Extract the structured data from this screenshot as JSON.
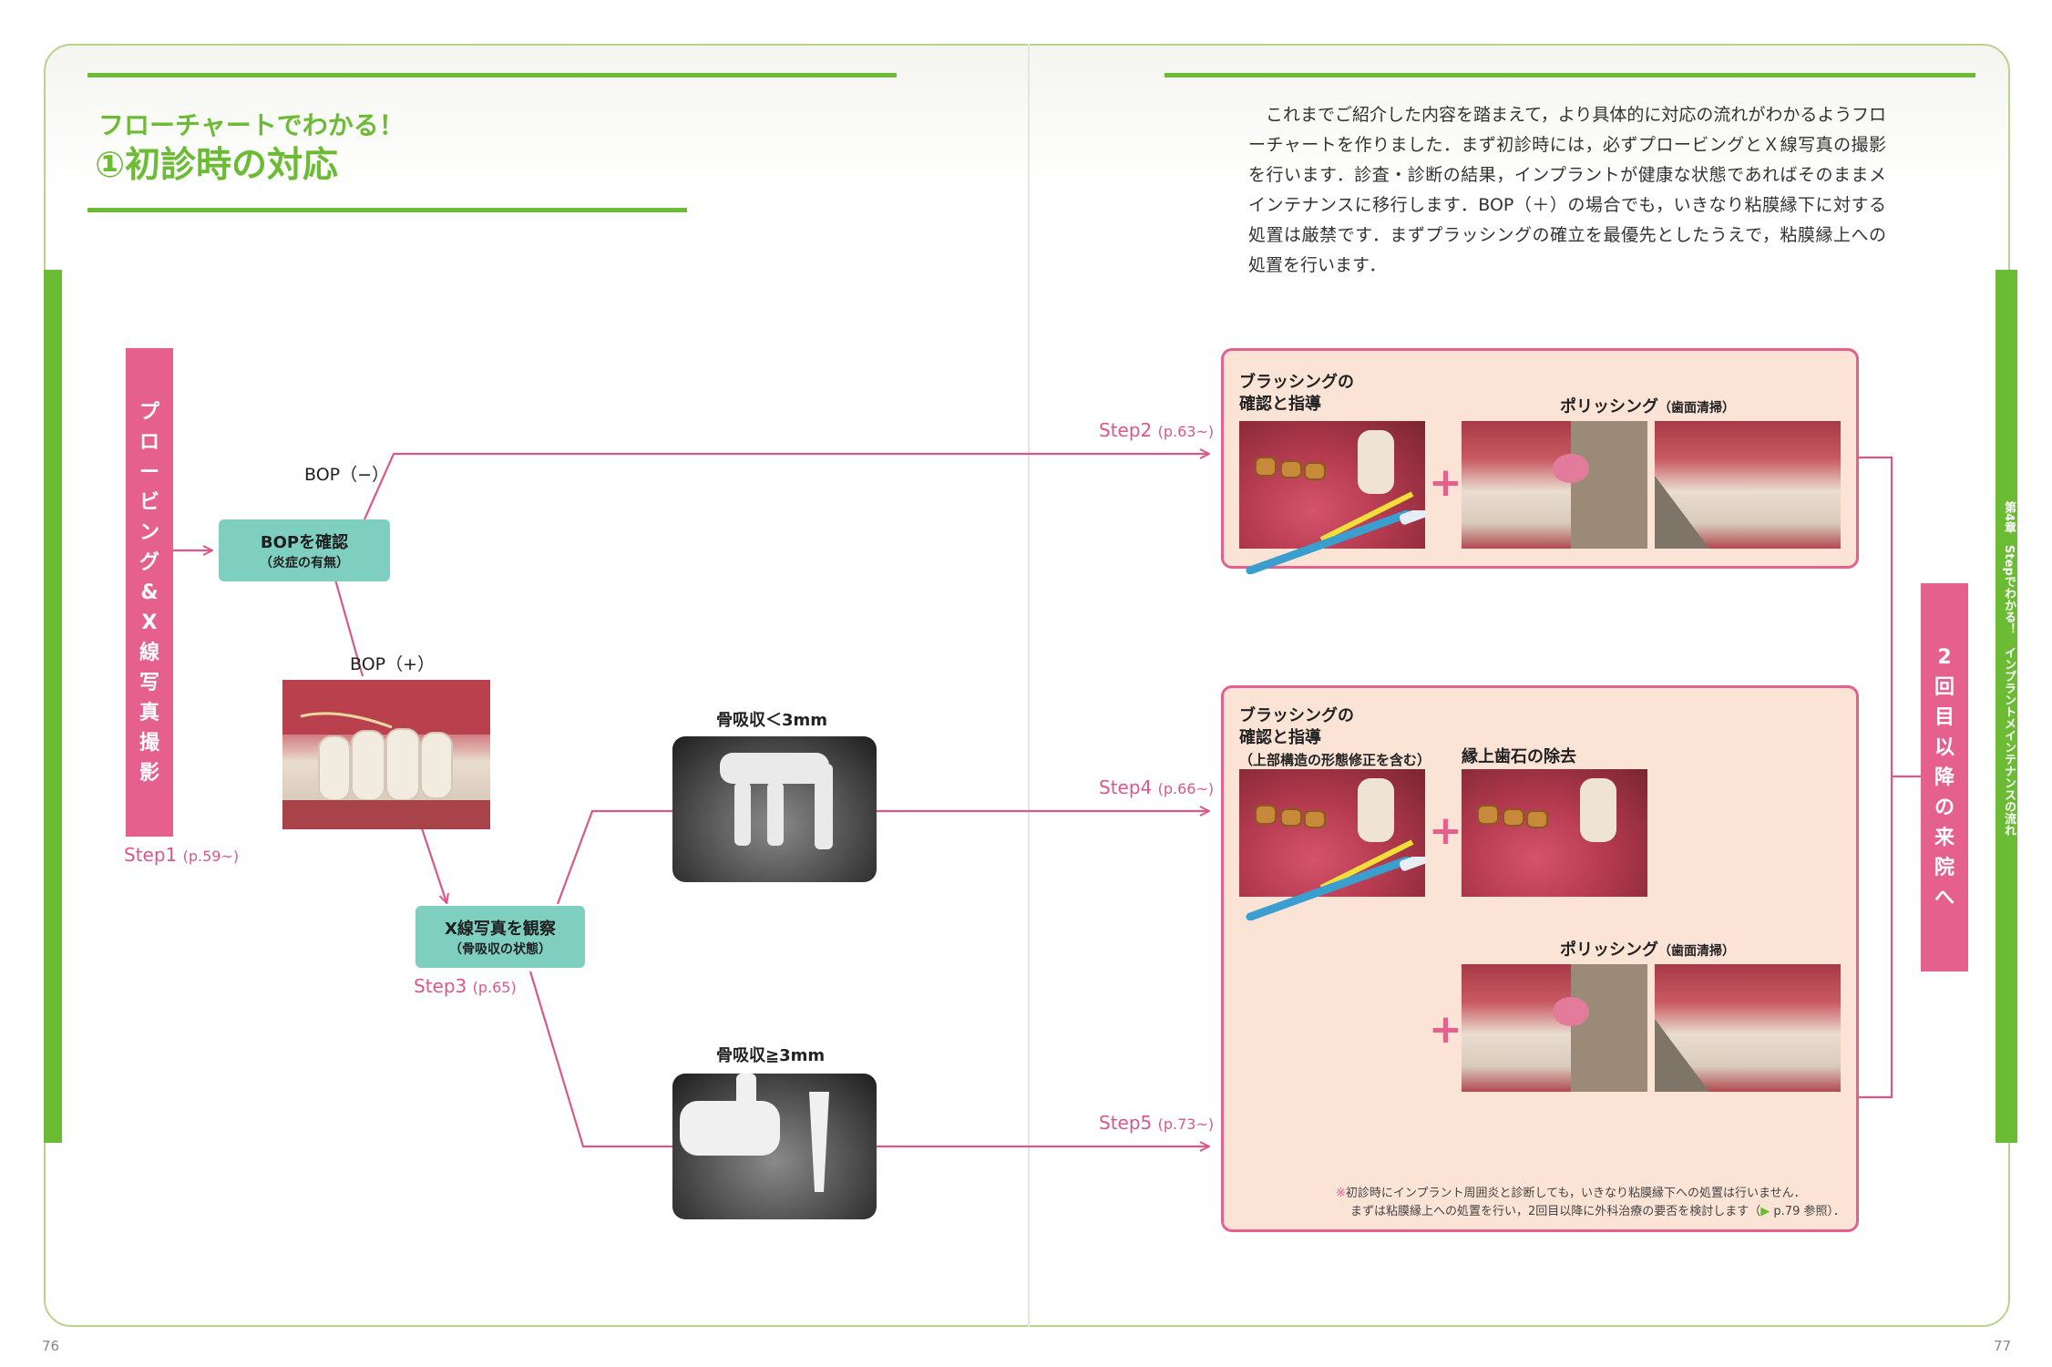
{
  "heading": {
    "subtitle": "フローチャートでわかる！",
    "title": "①初診時の対応"
  },
  "intro": "これまでご紹介した内容を踏まえて，より具体的に対応の流れがわかるようフローチャートを作りました．まず初診時には，必ずプロービングとＸ線写真の撮影を行います．診査・診断の結果，インプラントが健康な状態であればそのままメインテナンスに移行します．BOP（＋）の場合でも，いきなり粘膜縁下に対する処置は厳禁です．まずプラッシングの確立を最優先としたうえで，粘膜縁上への処置を行います．",
  "left_box": [
    "プ",
    "ロ",
    "ー",
    "ビ",
    "ン",
    "グ",
    "&",
    "X",
    "線",
    "写",
    "真",
    "撮",
    "影"
  ],
  "steps": {
    "step1": {
      "label": "Step1",
      "page": "(p.59~)"
    },
    "step2": {
      "label": "Step2",
      "page": "(p.63~)"
    },
    "step3": {
      "label": "Step3",
      "page": "(p.65)"
    },
    "step4": {
      "label": "Step4",
      "page": "(p.66~)"
    },
    "step5": {
      "label": "Step5",
      "page": "(p.73~)"
    }
  },
  "bop_box": {
    "title": "BOPを確認",
    "sub": "（炎症の有無）"
  },
  "bop_neg": "BOP（−）",
  "bop_pos": "BOP（+）",
  "xray_box": {
    "title": "X線写真を観察",
    "sub": "（骨吸収の状態）"
  },
  "bone_lt": "骨吸収＜3mm",
  "bone_ge": "骨吸収≧3mm",
  "panel_top": {
    "brushing_line1": "ブラッシングの",
    "brushing_line2": "確認と指導",
    "polishing": "ポリッシング",
    "polishing_sub": "（歯面清掃）"
  },
  "panel_bottom": {
    "brushing_line1": "ブラッシングの",
    "brushing_line2": "確認と指導",
    "brushing_sub": "（上部構造の形態修正を含む）",
    "scaling": "縁上歯石の除去",
    "polishing": "ポリッシング",
    "polishing_sub": "（歯面清掃）",
    "note_mark": "※",
    "note_line1": "初診時にインプラント周囲炎と診断しても，いきなり粘膜縁下への処置は行いません．",
    "note_line2a": "まずは粘膜縁上への処置を行い，2回目以降に外科治療の要否を検討します（",
    "note_tri": "▶",
    "note_line2b": " p.79 参照）．"
  },
  "right_box": [
    "2",
    "回",
    "目",
    "以",
    "降",
    "の",
    "来",
    "院",
    "へ"
  ],
  "chapter_tab": "第4章　Stepでわかる！　インプラントメインテナンスの流れ",
  "page_left": "76",
  "page_right": "77",
  "colors": {
    "accent_green": "#6cbb34",
    "accent_pink": "#e5608d",
    "teal": "#7ecfc0",
    "panel_bg": "#fbe4d6"
  }
}
